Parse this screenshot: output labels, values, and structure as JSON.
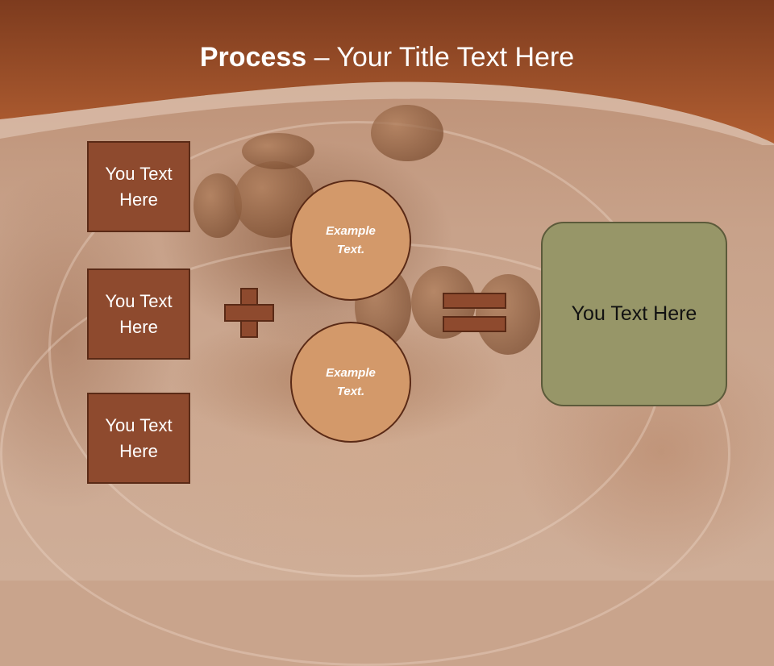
{
  "slide": {
    "title_bold": "Process",
    "title_rest": " – Your Title Text Here",
    "boxes": [
      "You Text Here",
      "You Text Here",
      "You Text Here"
    ],
    "circles": [
      "Example Text.",
      "Example Text."
    ],
    "result": "You Text Here",
    "colors": {
      "header": "#a5532a",
      "box_fill": "#8e4a2e",
      "box_border": "#5a2a16",
      "circle_fill": "#d3996a",
      "result_fill": "#979668"
    }
  }
}
